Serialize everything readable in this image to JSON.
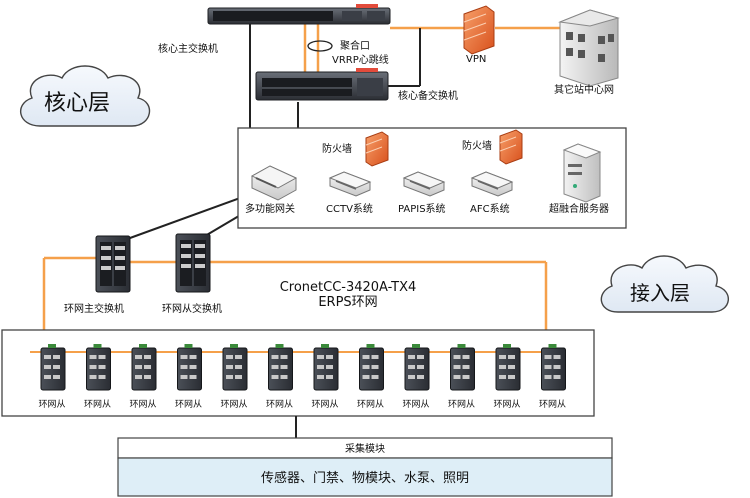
{
  "labels": {
    "core_main_switch": "核心主交换机",
    "aggregation_port": "聚合口",
    "vrrp_heartbeat": "VRRP心跳线",
    "core_backup_switch": "核心备交换机",
    "vpn": "VPN",
    "other_site_center": "其它站中心网",
    "core_layer": "核心层",
    "firewall_left": "防火墙",
    "firewall_right": "防火墙",
    "multi_gateway": "多功能网关",
    "cctv": "CCTV系统",
    "papis": "PAPIS系统",
    "afc": "AFC系统",
    "converged_server": "超融合服务器",
    "ring_main_switch": "环网主交换机",
    "ring_slave_switch": "环网从交换机",
    "model": "CronetCC-3420A-TX4",
    "erps_ring": "ERPS环网",
    "access_layer": "接入层",
    "ring_slave": "环网从",
    "collection_module": "采集模块",
    "devices": "传感器、门禁、物模块、水泵、照明"
  },
  "ring_slave_count": 12,
  "colors": {
    "ring_link": "#f5a04a",
    "line": "#222222",
    "firewall": "#e8733a",
    "cloud_fill": "#eef4fb",
    "module_fill": "#deeef7"
  }
}
